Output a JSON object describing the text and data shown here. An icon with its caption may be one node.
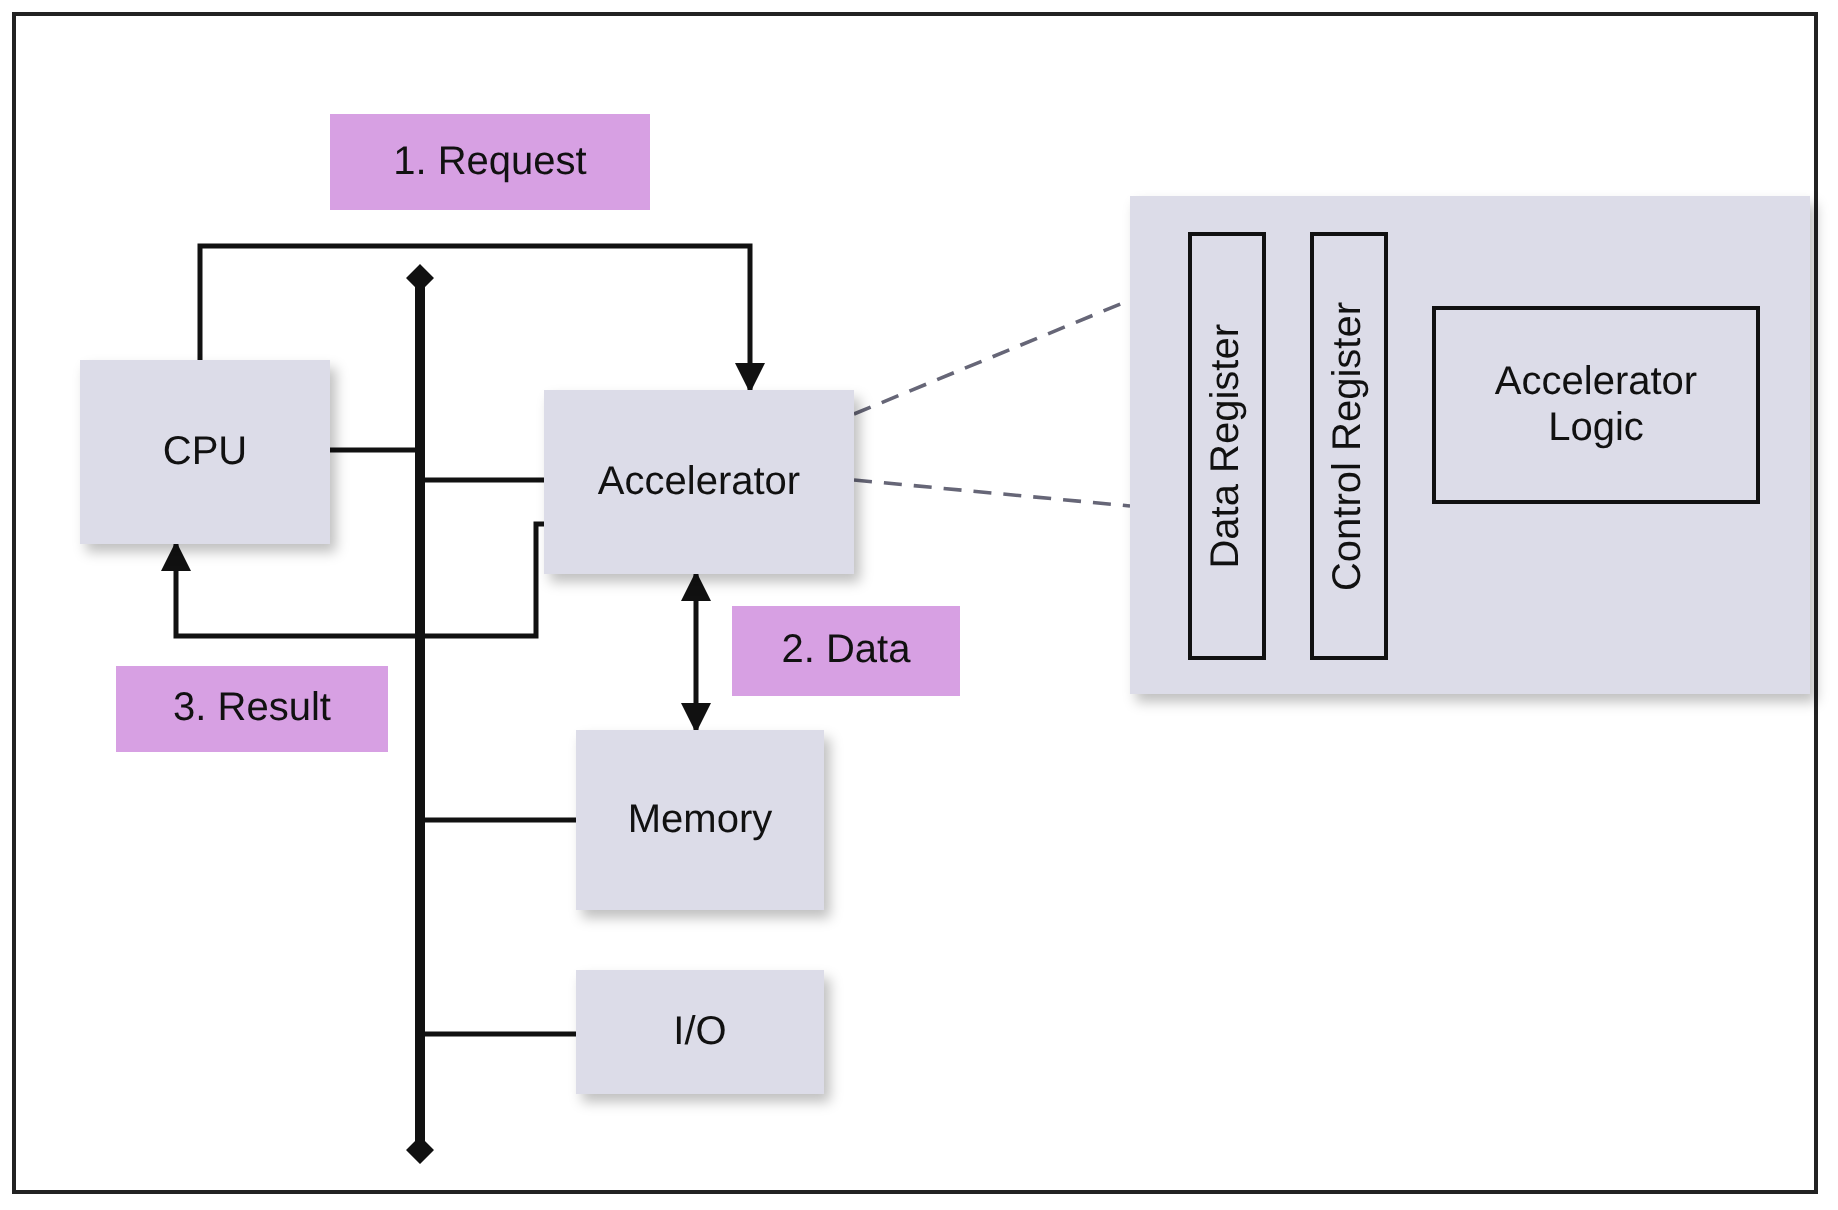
{
  "diagram": {
    "nodes": [
      {
        "text": [
          "CPU"
        ]
      },
      {
        "text": [],
        "shape": "bar"
      },
      {
        "text": [
          "Accelerator"
        ]
      },
      {
        "text": [],
        "shape": "box"
      },
      {
        "text": [
          "Data Register"
        ],
        "in": 3
      },
      {
        "text": [
          "Control Register"
        ],
        "in": 3
      },
      {
        "text": [
          "Accelerator Logic"
        ],
        "in": 3
      },
      {
        "text": [
          "Memory"
        ]
      },
      {
        "text": [
          "I/O"
        ]
      }
    ],
    "edges": [
      {
        "from": 0,
        "to": 2,
        "arrow": "to",
        "label": "1. Request"
      },
      {
        "from": 2,
        "to": 0,
        "arrow": "to",
        "label": "3. Result"
      },
      {
        "from": 2,
        "to": 7,
        "arrow": "both",
        "label": "2. Data"
      },
      {
        "from": 0,
        "to": 1,
        "arrow": "none"
      },
      {
        "from": 1,
        "to": 2,
        "arrow": "none"
      },
      {
        "from": 1,
        "to": 7,
        "arrow": "none"
      },
      {
        "from": 1,
        "to": 8,
        "arrow": "none"
      },
      {
        "from": 2,
        "to": 3,
        "arrow": "none",
        "style": "dashed",
        "color": "#666677"
      },
      {
        "from": 2,
        "to": 3,
        "arrow": "none",
        "style": "dashed",
        "color": "#666677"
      }
    ]
  }
}
